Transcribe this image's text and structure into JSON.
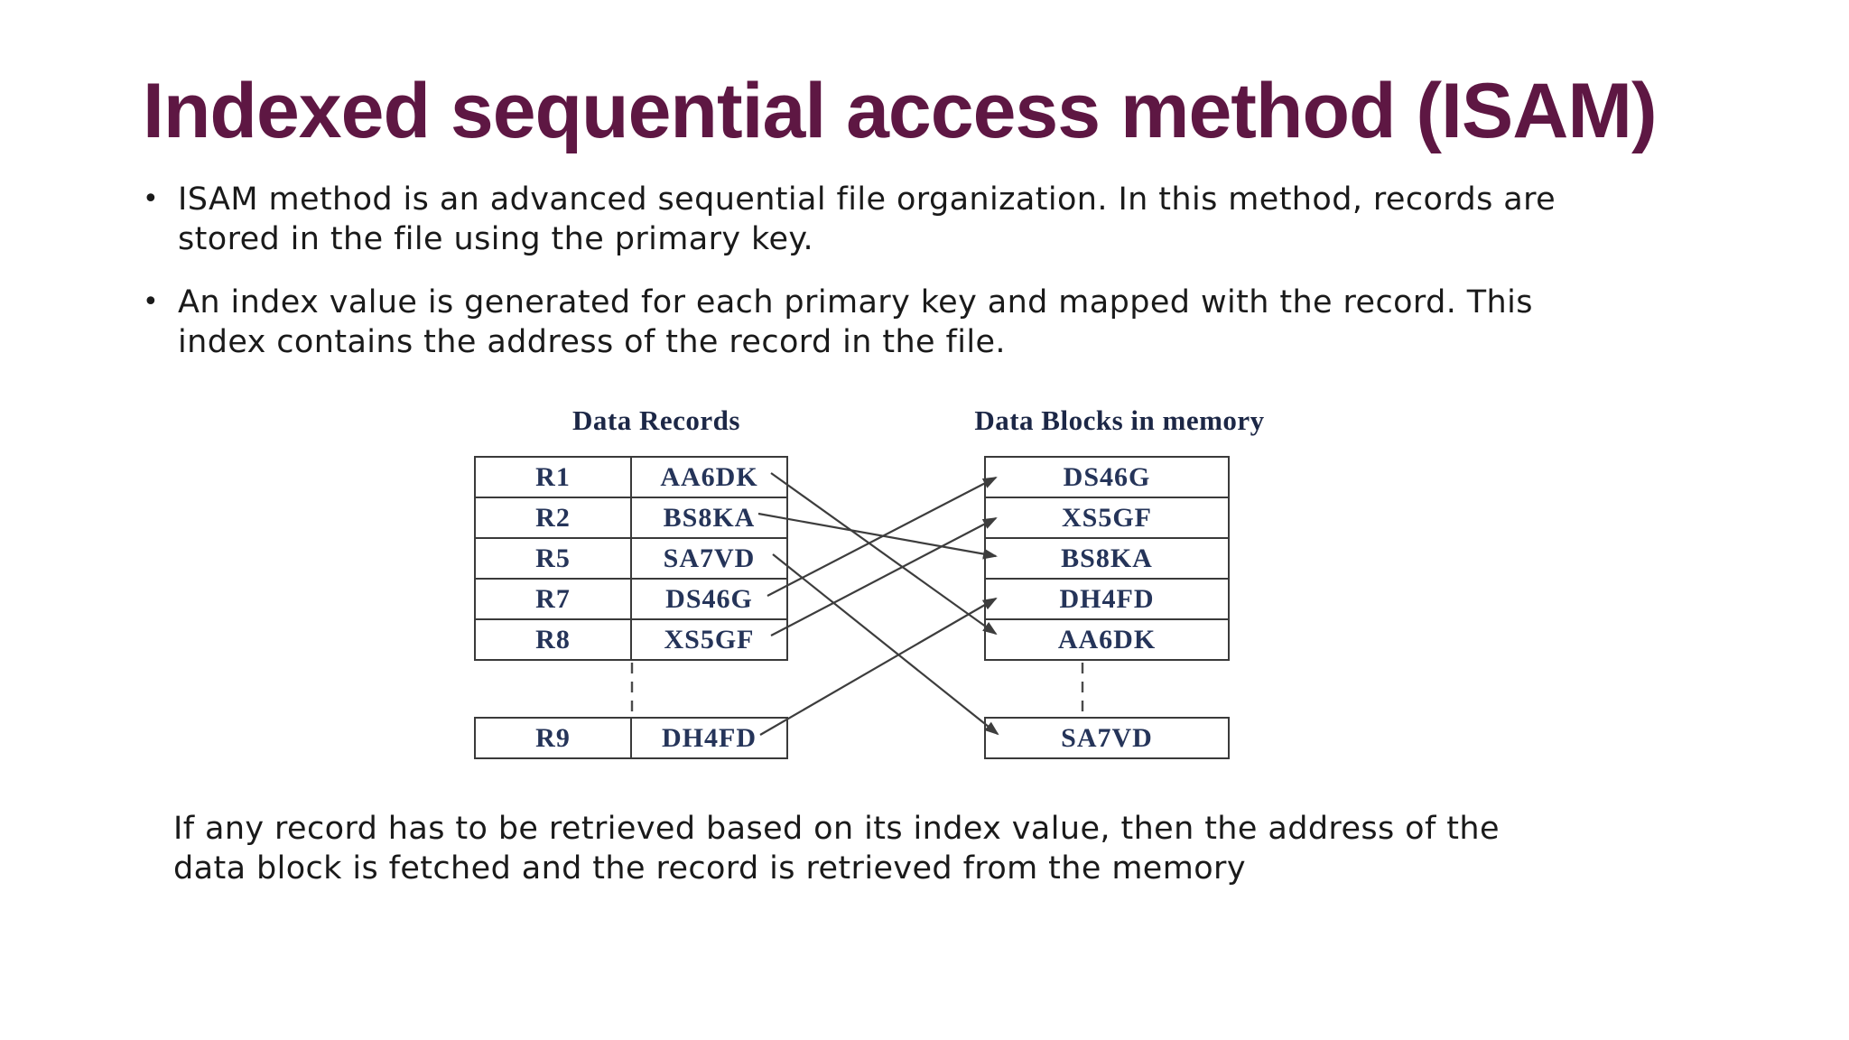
{
  "slide": {
    "title": "Indexed sequential access method (ISAM)",
    "bullet_marker": "•",
    "bullets": [
      {
        "lines": [
          "ISAM method is an advanced sequential file organization. In this method, records are",
          "stored in the file using the primary key."
        ]
      },
      {
        "lines": [
          "An index value is generated for each primary key and mapped with the record. This",
          "index contains the address of the record in the file."
        ]
      }
    ],
    "footer_lines": [
      "If any record has to be retrieved based on its index value, then the address of the",
      "data block is fetched and the record is retrieved from the memory"
    ]
  },
  "diagram": {
    "left_table": {
      "title": "Data Records",
      "rows": [
        {
          "record": "R1",
          "key": "AA6DK"
        },
        {
          "record": "R2",
          "key": "BS8KA"
        },
        {
          "record": "R5",
          "key": "SA7VD"
        },
        {
          "record": "R7",
          "key": "DS46G"
        },
        {
          "record": "R8",
          "key": "XS5GF"
        }
      ],
      "detached_row": {
        "record": "R9",
        "key": "DH4FD"
      }
    },
    "right_table": {
      "title": "Data Blocks in memory",
      "rows": [
        "DS46G",
        "XS5GF",
        "BS8KA",
        "DH4FD",
        "AA6DK"
      ],
      "detached_row": "SA7VD"
    },
    "mappings": [
      {
        "record": "R1",
        "block": "AA6DK"
      },
      {
        "record": "R2",
        "block": "BS8KA"
      },
      {
        "record": "R5",
        "block": "SA7VD"
      },
      {
        "record": "R7",
        "block": "DS46G"
      },
      {
        "record": "R8",
        "block": "XS5GF"
      },
      {
        "record": "R9",
        "block": "DH4FD"
      }
    ]
  },
  "colors": {
    "title": "#5e1743",
    "body_text": "#1a1a1a",
    "diagram_text": "#253459",
    "line": "#3d3d3d"
  }
}
